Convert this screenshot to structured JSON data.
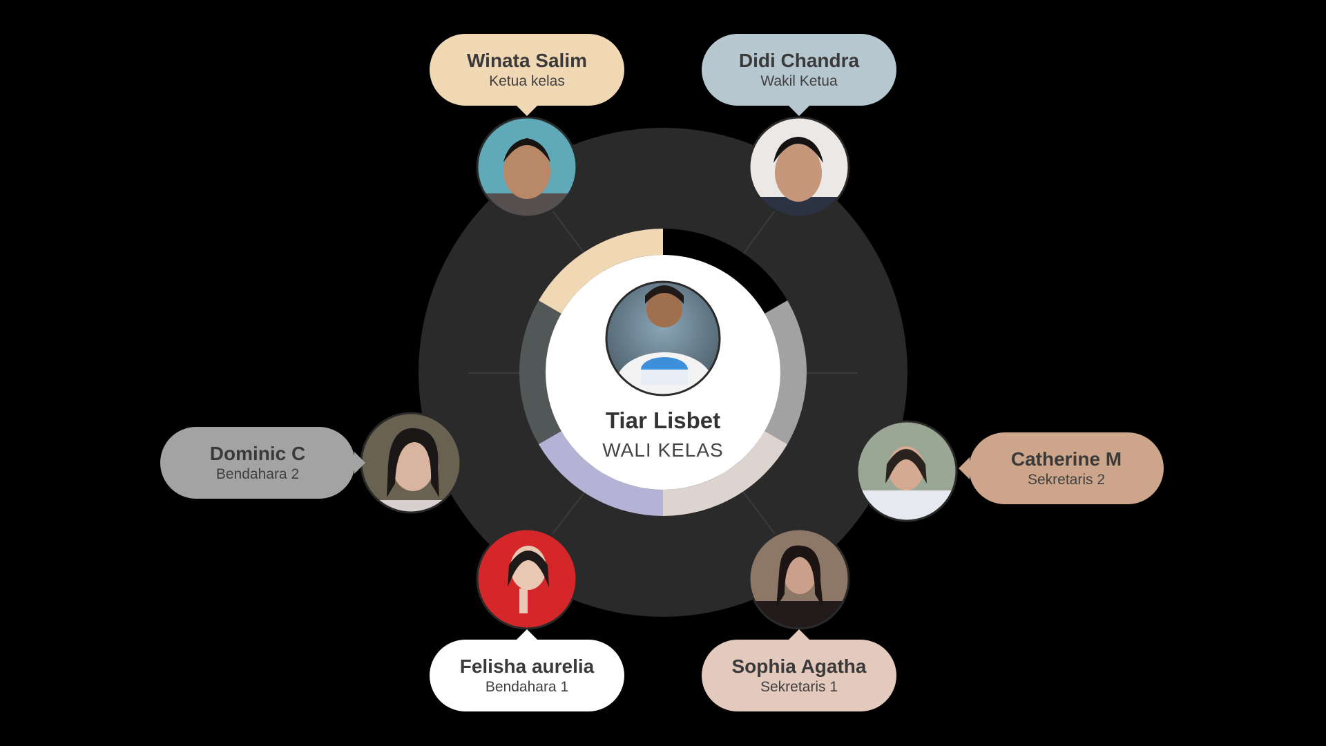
{
  "center": {
    "name": "Tiar Lisbet",
    "role": "WALI KELAS",
    "photo_icon": "teacher-photo"
  },
  "members": [
    {
      "name": "Winata Salim",
      "role": "Ketua kelas",
      "color": "#F1D8B5",
      "photo_icon": "winata-photo"
    },
    {
      "name": "Didi Chandra",
      "role": "Wakil Ketua",
      "color": "#B6C7D0",
      "photo_icon": "didi-photo"
    },
    {
      "name": "Catherine M",
      "role": "Sekretaris 2",
      "color": "#CDA58A",
      "photo_icon": "catherine-photo"
    },
    {
      "name": "Sophia Agatha",
      "role": "Sekretaris 1",
      "color": "#E4C9BD",
      "photo_icon": "sophia-photo"
    },
    {
      "name": "Felisha aurelia",
      "role": "Bendahara 1",
      "color": "#FFFFFF",
      "photo_icon": "felisha-photo"
    },
    {
      "name": "Dominic C",
      "role": "Bendahara 2",
      "color": "#A3A3A3",
      "photo_icon": "dominic-photo"
    }
  ],
  "colors": {
    "background": "#000000",
    "ring": "#2B2A2A",
    "segment_1": "#F1D8B5",
    "segment_2": "#000000",
    "segment_3": "#A2A2A2",
    "segment_4": "#DDD4CF",
    "segment_5": "#B5B3D5",
    "segment_6": "#525858",
    "center_disc": "#FFFFFF"
  }
}
